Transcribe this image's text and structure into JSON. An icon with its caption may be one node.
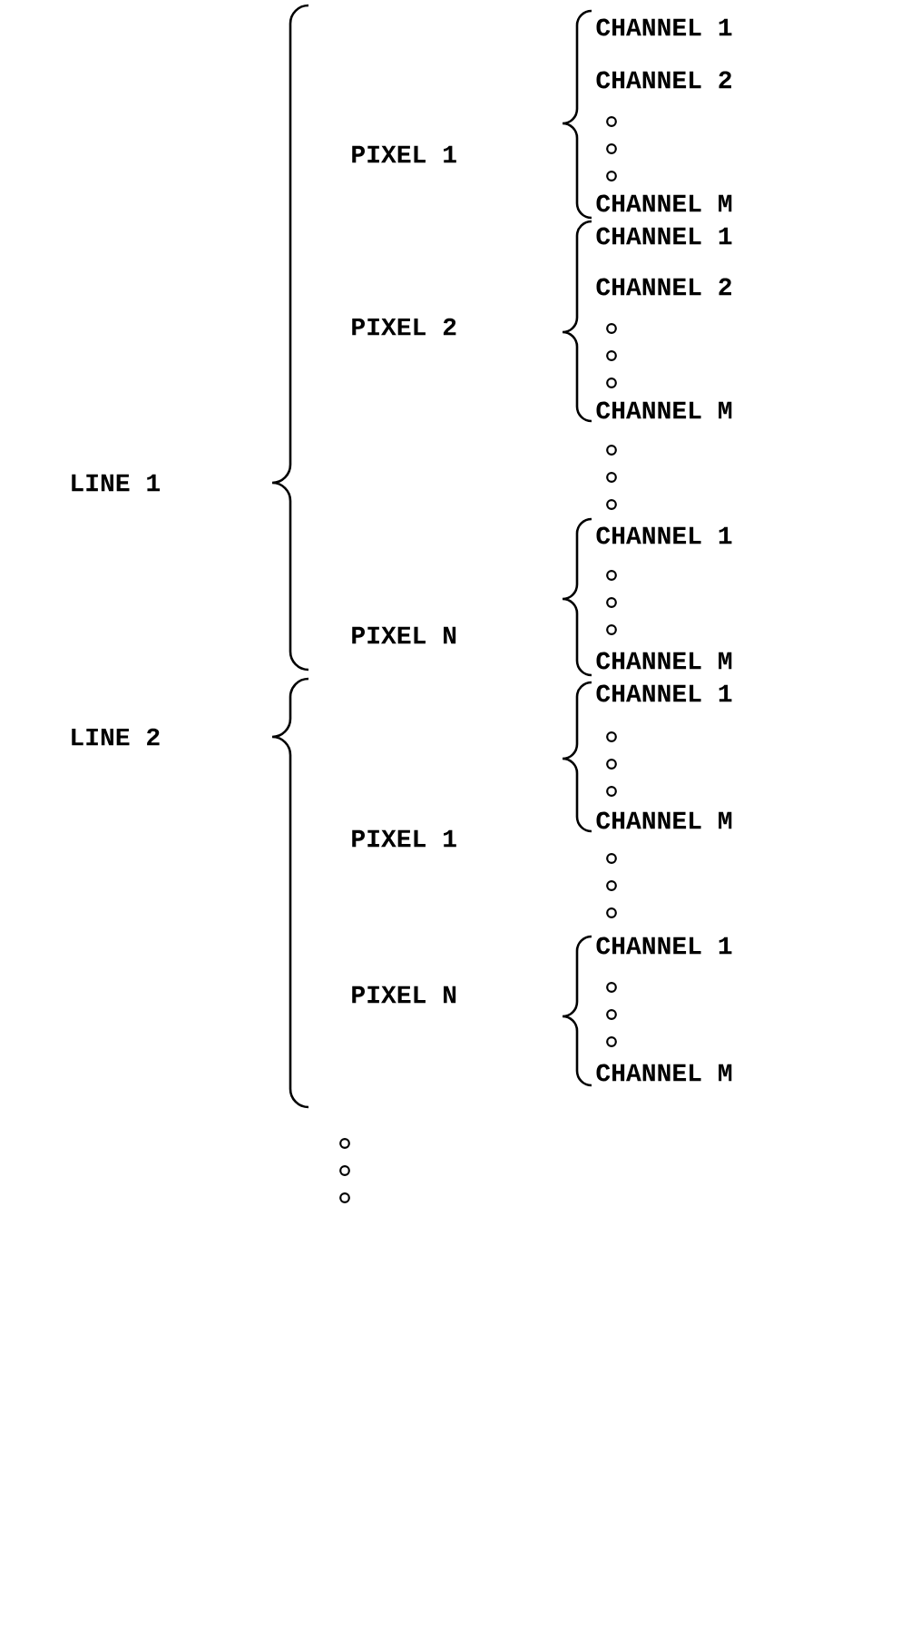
{
  "diagram": {
    "labels": [
      "CHANNEL 1",
      "CHANNEL 2",
      "PIXEL 1",
      "CHANNEL M",
      "CHANNEL 1",
      "CHANNEL 2",
      "PIXEL 2",
      "CHANNEL M",
      "LINE 1",
      "CHANNEL 1",
      "PIXEL N",
      "CHANNEL M",
      "CHANNEL 1",
      "LINE 2",
      "CHANNEL M",
      "PIXEL 1",
      "CHANNEL 1",
      "PIXEL N",
      "CHANNEL M"
    ]
  }
}
